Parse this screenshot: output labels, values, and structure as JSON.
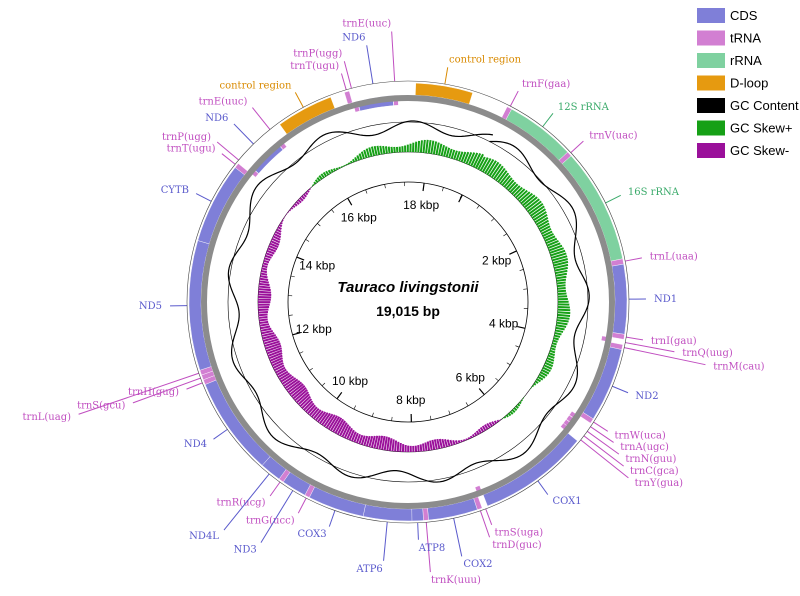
{
  "genome": {
    "species": "Tauraco livingstonii",
    "size_label": "19,015 bp",
    "size_bp": 19015
  },
  "colors": {
    "CDS": "#7f7fd8",
    "tRNA": "#d27fd2",
    "rRNA": "#7fd1a0",
    "Dloop": "#e69a10",
    "GC_content": "#000000",
    "GC_skew_pos": "#16a016",
    "GC_skew_neg": "#9a109a",
    "backbone": "#8c8c8c",
    "label_cds": "#5a5acc",
    "label_trna": "#c04ec0",
    "label_rrna": "#3aaa6a",
    "label_dloop": "#d98a00"
  },
  "legend": [
    {
      "key": "CDS",
      "label": "CDS"
    },
    {
      "key": "tRNA",
      "label": "tRNA"
    },
    {
      "key": "rRNA",
      "label": "rRNA"
    },
    {
      "key": "Dloop",
      "label": "D-loop"
    },
    {
      "key": "GC_content",
      "label": "GC Content"
    },
    {
      "key": "GC_skew_pos",
      "label": "GC Skew+"
    },
    {
      "key": "GC_skew_neg",
      "label": "GC Skew-"
    }
  ],
  "kbp_ticks": [
    {
      "kbp": 2,
      "label": "2 kbp"
    },
    {
      "kbp": 4,
      "label": "4 kbp"
    },
    {
      "kbp": 6,
      "label": "6 kbp"
    },
    {
      "kbp": 8,
      "label": "8 kbp"
    },
    {
      "kbp": 10,
      "label": "10 kbp"
    },
    {
      "kbp": 12,
      "label": "12 kbp"
    },
    {
      "kbp": 14,
      "label": "14 kbp"
    },
    {
      "kbp": 16,
      "label": "16 kbp"
    },
    {
      "kbp": 18,
      "label": "18 kbp"
    }
  ],
  "features": [
    {
      "name": "trnF(gaa)",
      "type": "tRNA",
      "strand": "+",
      "start": 0,
      "end": 70
    },
    {
      "name": "12S rRNA",
      "type": "rRNA",
      "strand": "+",
      "start": 70,
      "end": 1050
    },
    {
      "name": "trnV(uac)",
      "type": "tRNA",
      "strand": "+",
      "start": 1050,
      "end": 1120
    },
    {
      "name": "16S rRNA",
      "type": "rRNA",
      "strand": "+",
      "start": 1120,
      "end": 2730
    },
    {
      "name": "trnL(uaa)",
      "type": "tRNA",
      "strand": "+",
      "start": 2730,
      "end": 2805
    },
    {
      "name": "ND1",
      "type": "CDS",
      "strand": "+",
      "start": 2805,
      "end": 3780
    },
    {
      "name": "trnI(gau)",
      "type": "tRNA",
      "strand": "+",
      "start": 3780,
      "end": 3850
    },
    {
      "name": "trnQ(uug)",
      "type": "tRNA",
      "strand": "-",
      "start": 3855,
      "end": 3925
    },
    {
      "name": "trnM(cau)",
      "type": "tRNA",
      "strand": "+",
      "start": 3925,
      "end": 3995
    },
    {
      "name": "ND2",
      "type": "CDS",
      "strand": "+",
      "start": 3995,
      "end": 5035
    },
    {
      "name": "trnW(uca)",
      "type": "tRNA",
      "strand": "+",
      "start": 5035,
      "end": 5105
    },
    {
      "name": "trnA(ugc)",
      "type": "tRNA",
      "strand": "-",
      "start": 5110,
      "end": 5180
    },
    {
      "name": "trnN(guu)",
      "type": "tRNA",
      "strand": "-",
      "start": 5185,
      "end": 5260
    },
    {
      "name": "trnC(gca)",
      "type": "tRNA",
      "strand": "-",
      "start": 5265,
      "end": 5335
    },
    {
      "name": "trnY(gua)",
      "type": "tRNA",
      "strand": "-",
      "start": 5335,
      "end": 5405
    },
    {
      "name": "COX1",
      "type": "CDS",
      "strand": "+",
      "start": 5410,
      "end": 6960
    },
    {
      "name": "trnS(uga)",
      "type": "tRNA",
      "strand": "-",
      "start": 6960,
      "end": 7035
    },
    {
      "name": "trnD(guc)",
      "type": "tRNA",
      "strand": "+",
      "start": 7040,
      "end": 7110
    },
    {
      "name": "COX2",
      "type": "CDS",
      "strand": "+",
      "start": 7110,
      "end": 7800
    },
    {
      "name": "trnK(uuu)",
      "type": "tRNA",
      "strand": "+",
      "start": 7800,
      "end": 7870
    },
    {
      "name": "ATP8",
      "type": "CDS",
      "strand": "+",
      "start": 7870,
      "end": 8035
    },
    {
      "name": "ATP6",
      "type": "CDS",
      "strand": "+",
      "start": 8030,
      "end": 8710
    },
    {
      "name": "COX3",
      "type": "CDS",
      "strand": "+",
      "start": 8710,
      "end": 9500
    },
    {
      "name": "trnG(ucc)",
      "type": "tRNA",
      "strand": "+",
      "start": 9500,
      "end": 9570
    },
    {
      "name": "ND3",
      "type": "CDS",
      "strand": "+",
      "start": 9570,
      "end": 9920
    },
    {
      "name": "trnR(ucg)",
      "type": "tRNA",
      "strand": "+",
      "start": 9920,
      "end": 9990
    },
    {
      "name": "ND4L",
      "type": "CDS",
      "strand": "+",
      "start": 9990,
      "end": 10290
    },
    {
      "name": "ND4",
      "type": "CDS",
      "strand": "+",
      "start": 10290,
      "end": 11670
    },
    {
      "name": "trnH(gug)",
      "type": "tRNA",
      "strand": "+",
      "start": 11670,
      "end": 11740
    },
    {
      "name": "trnS(gcu)",
      "type": "tRNA",
      "strand": "+",
      "start": 11740,
      "end": 11810
    },
    {
      "name": "trnL(uag)",
      "type": "tRNA",
      "strand": "+",
      "start": 11810,
      "end": 11880
    },
    {
      "name": "ND5",
      "type": "CDS",
      "strand": "+",
      "start": 11880,
      "end": 13700
    },
    {
      "name": "CYTB",
      "type": "CDS",
      "strand": "+",
      "start": 13700,
      "end": 14840
    },
    {
      "name": "trnT(ugu)",
      "type": "tRNA",
      "strand": "+",
      "start": 14840,
      "end": 14910
    },
    {
      "name": "trnP(ugg)",
      "type": "tRNA",
      "strand": "-",
      "start": 14915,
      "end": 14985
    },
    {
      "name": "ND6",
      "type": "CDS",
      "strand": "-",
      "start": 14990,
      "end": 15510
    },
    {
      "name": "trnE(uuc)",
      "type": "tRNA",
      "strand": "-",
      "start": 15515,
      "end": 15585
    },
    {
      "name": "control region",
      "type": "Dloop",
      "strand": "+",
      "start": 15700,
      "end": 16500
    },
    {
      "name": "trnT(ugu)",
      "type": "tRNA",
      "strand": "+",
      "start": 16700,
      "end": 16770
    },
    {
      "name": "trnP(ugg)",
      "type": "tRNA",
      "strand": "-",
      "start": 16775,
      "end": 16845
    },
    {
      "name": "ND6",
      "type": "CDS",
      "strand": "-",
      "start": 16850,
      "end": 17370
    },
    {
      "name": "trnE(uuc)",
      "type": "tRNA",
      "strand": "-",
      "start": 17375,
      "end": 17445
    },
    {
      "name": "control region",
      "type": "Dloop",
      "strand": "+",
      "start": 17700,
      "end": 18500
    }
  ]
}
